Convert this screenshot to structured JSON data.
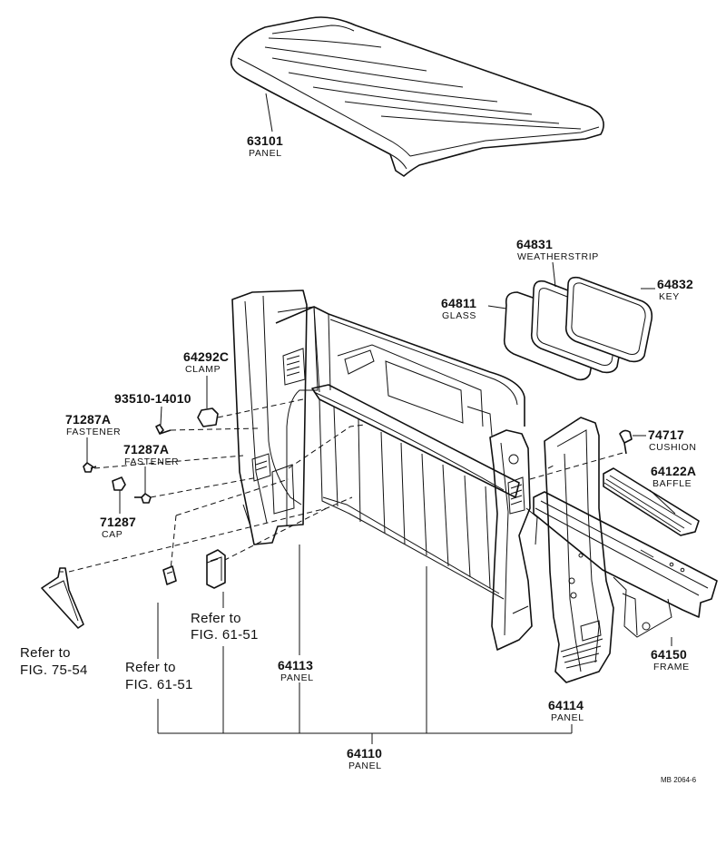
{
  "callouts": {
    "c63101": {
      "number": "63101",
      "name": "PANEL"
    },
    "c64831": {
      "number": "64831",
      "name": "WEATHERSTRIP"
    },
    "c64832": {
      "number": "64832",
      "name": "KEY"
    },
    "c64811": {
      "number": "64811",
      "name": "GLASS"
    },
    "c64292c": {
      "number": "64292C",
      "name": "CLAMP"
    },
    "c93510": {
      "number": "93510-14010"
    },
    "c71287a_1": {
      "number": "71287A",
      "name": "FASTENER"
    },
    "c71287a_2": {
      "number": "71287A",
      "name": "FASTENER"
    },
    "c71287": {
      "number": "71287",
      "name": "CAP"
    },
    "c74717": {
      "number": "74717",
      "name": "CUSHION"
    },
    "c64122a": {
      "number": "64122A",
      "name": "BAFFLE"
    },
    "c64150": {
      "number": "64150",
      "name": "FRAME"
    },
    "c64113": {
      "number": "64113",
      "name": "PANEL"
    },
    "c64114": {
      "number": "64114",
      "name": "PANEL"
    },
    "c64110": {
      "number": "64110",
      "name": "PANEL"
    }
  },
  "references": {
    "ref_75_54": {
      "line1": "Refer to",
      "line2": "FIG. 75-54"
    },
    "ref_61_51_a": {
      "line1": "Refer to",
      "line2": "FIG. 61-51"
    },
    "ref_61_51_b": {
      "line1": "Refer to",
      "line2": "FIG. 61-51"
    }
  },
  "drawing_code": "MB  2064-6"
}
